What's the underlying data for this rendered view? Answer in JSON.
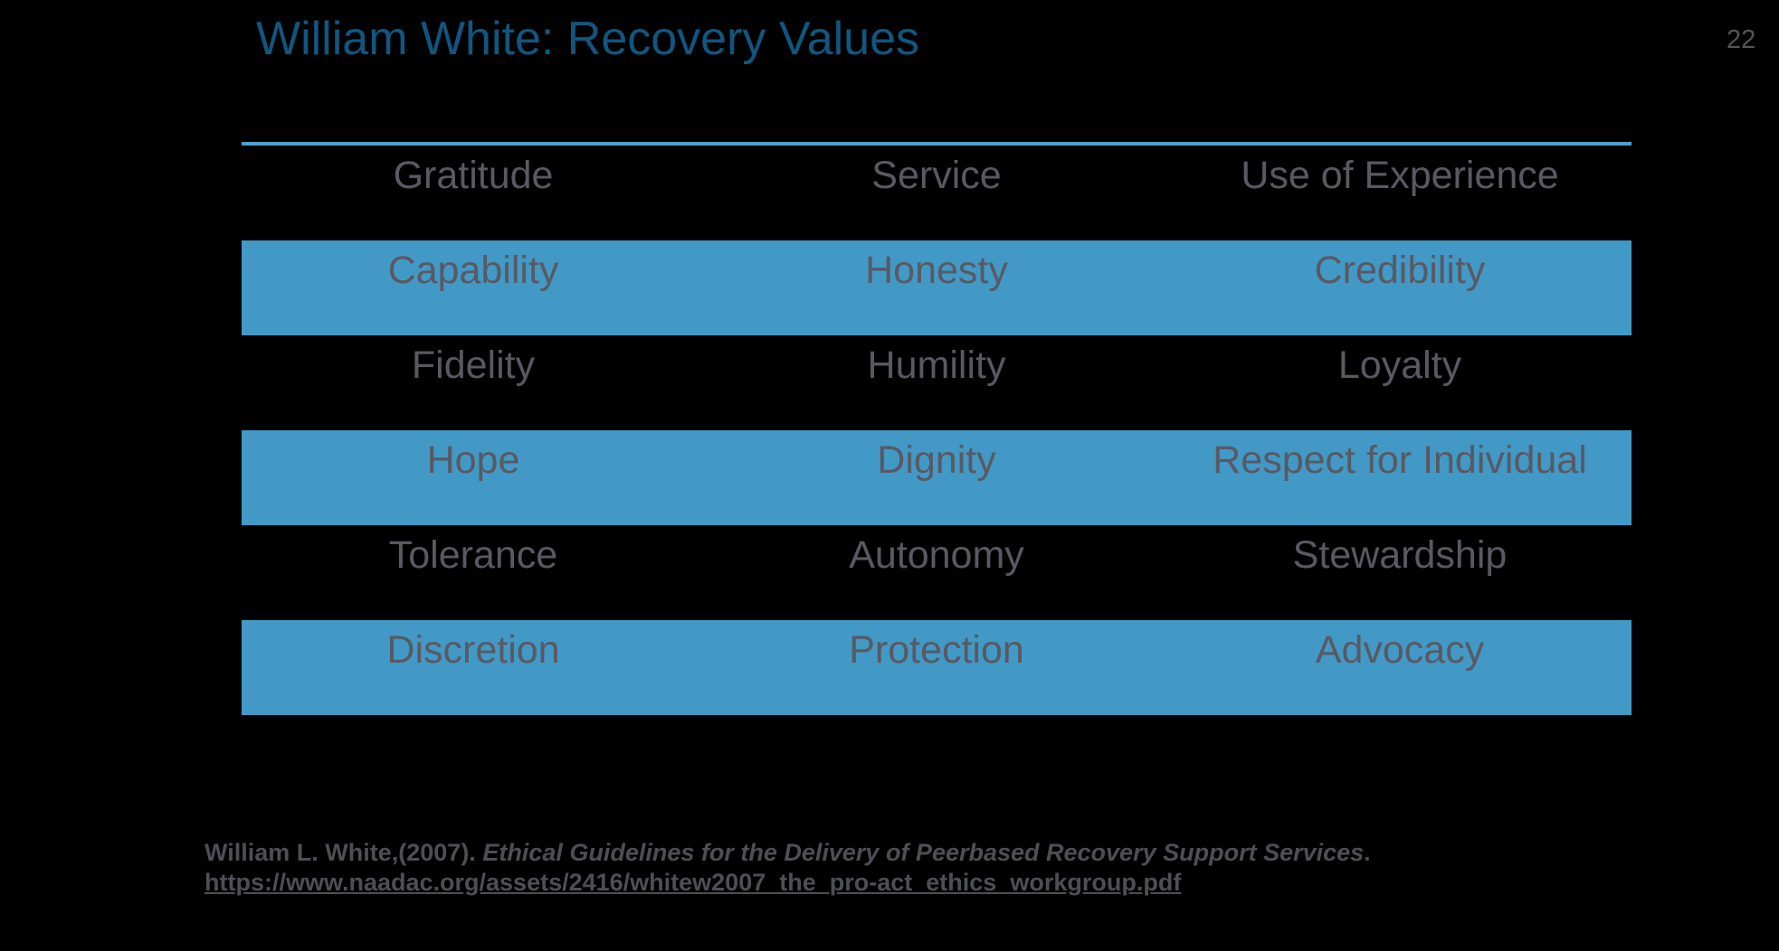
{
  "slide": {
    "title": "William White: Recovery Values",
    "page_number": "22",
    "table": {
      "rows": [
        {
          "highlighted": false,
          "cells": [
            "Gratitude",
            "Service",
            "Use of Experience"
          ]
        },
        {
          "highlighted": true,
          "cells": [
            "Capability",
            "Honesty",
            "Credibility"
          ]
        },
        {
          "highlighted": false,
          "cells": [
            "Fidelity",
            "Humility",
            "Loyalty"
          ]
        },
        {
          "highlighted": true,
          "cells": [
            "Hope",
            "Dignity",
            "Respect for Individual"
          ]
        },
        {
          "highlighted": false,
          "cells": [
            "Tolerance",
            "Autonomy",
            "Stewardship"
          ]
        },
        {
          "highlighted": true,
          "cells": [
            "Discretion",
            "Protection",
            "Advocacy"
          ]
        }
      ]
    },
    "citation": {
      "author_part": "William L. White,(2007). ",
      "title_italic": "Ethical Guidelines for the Delivery of Peerbased Recovery Support Services",
      "title_suffix": ".",
      "url": "https://www.naadac.org/assets/2416/whitew2007_the_pro-act_ethics_workgroup.pdf"
    },
    "colors": {
      "background": "#000000",
      "title": "#115680",
      "page_number": "#54545C",
      "table_top_line": "#4AA2D1",
      "row_highlight": "#4299C5",
      "table_text": "#595963",
      "citation_text": "#4E4E56"
    }
  }
}
